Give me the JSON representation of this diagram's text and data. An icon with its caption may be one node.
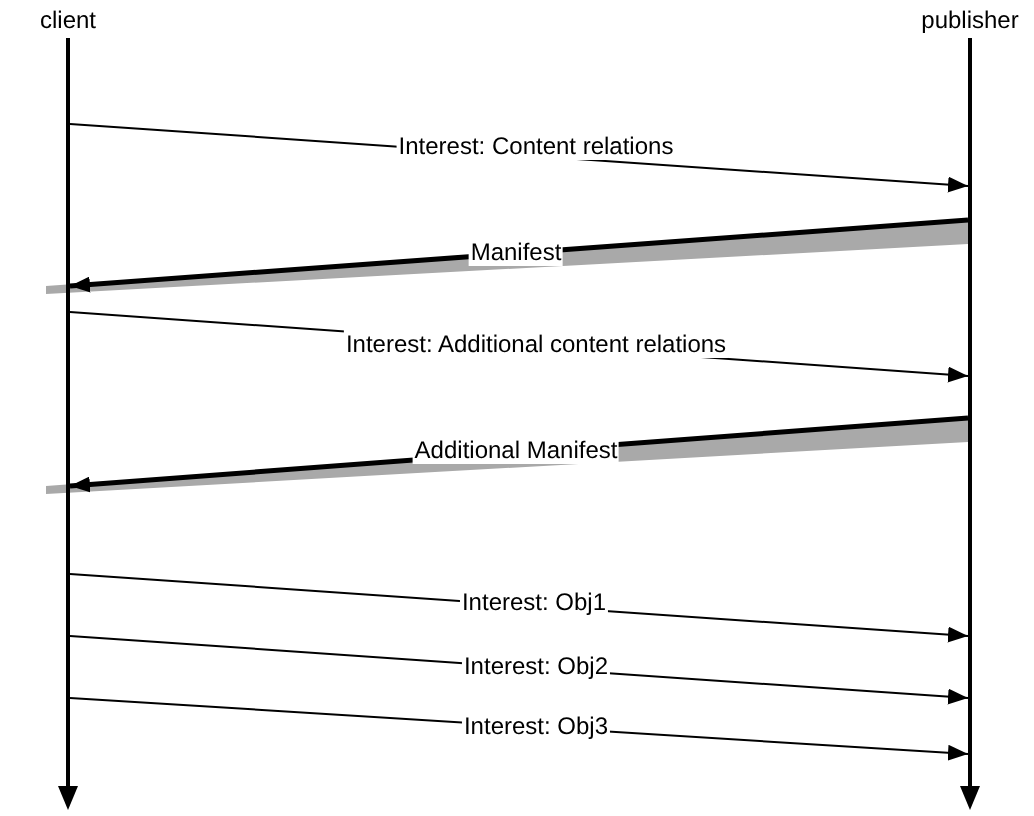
{
  "diagram": {
    "nodes": [
      {
        "text": [
          "client"
        ]
      },
      {
        "text": [
          "publisher"
        ]
      }
    ],
    "edges": [
      {
        "from": 0,
        "to": 1,
        "arrow": "to",
        "label": "Interest: Content relations"
      },
      {
        "from": 1,
        "to": 0,
        "arrow": "to",
        "label": "Manifest",
        "style": "thick"
      },
      {
        "from": 0,
        "to": 1,
        "arrow": "to",
        "label": "Interest: Additional content relations"
      },
      {
        "from": 1,
        "to": 0,
        "arrow": "to",
        "label": "Additional Manifest",
        "style": "thick"
      },
      {
        "from": 0,
        "to": 1,
        "arrow": "to",
        "label": "Interest: Obj1"
      },
      {
        "from": 0,
        "to": 1,
        "arrow": "to",
        "label": "Interest: Obj2"
      },
      {
        "from": 0,
        "to": 1,
        "arrow": "to",
        "label": "Interest: Obj3"
      }
    ]
  }
}
